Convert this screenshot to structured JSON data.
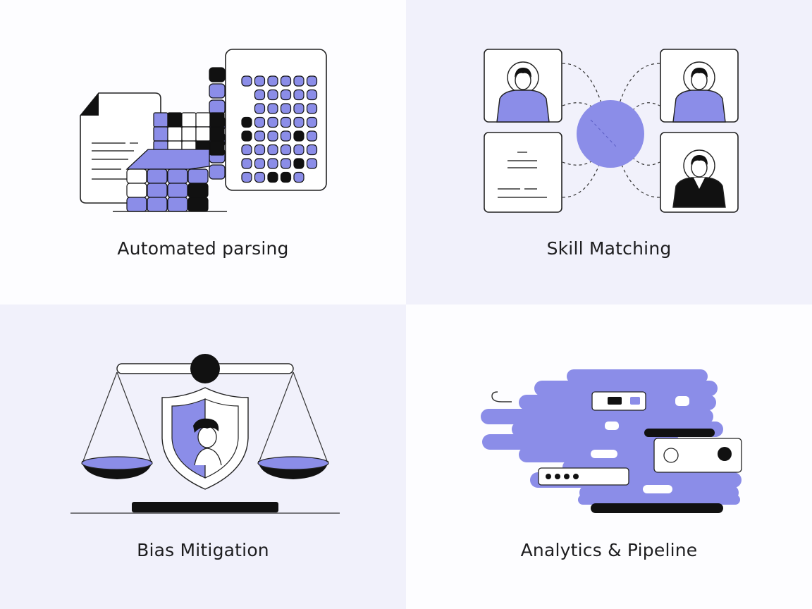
{
  "colors": {
    "accent": "#8b8de8",
    "ink": "#111111",
    "bg_light": "#fdfdff",
    "bg_tint": "#f1f1fb"
  },
  "panels": [
    {
      "caption": "Automated parsing",
      "icon": "document-parsing-icon"
    },
    {
      "caption": "Skill Matching",
      "icon": "skill-matching-icon"
    },
    {
      "caption": "Bias Mitigation",
      "icon": "balance-scale-shield-icon"
    },
    {
      "caption": "Analytics & Pipeline",
      "icon": "data-pipeline-icon"
    }
  ]
}
